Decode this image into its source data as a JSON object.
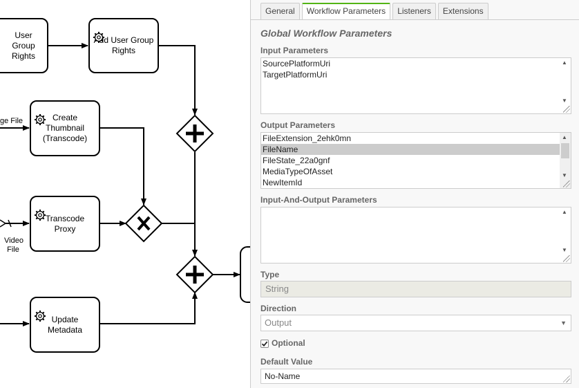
{
  "diagram": {
    "tasks": [
      {
        "id": "user-group-rights-partial",
        "label": "User Group\nRights"
      },
      {
        "id": "add-user-group-rights",
        "label": "Add User Group\nRights"
      },
      {
        "id": "create-thumbnail",
        "label": "Create\nThumbnail\n(Transcode)"
      },
      {
        "id": "transcode-proxy",
        "label": "Transcode\nProxy"
      },
      {
        "id": "update-metadata",
        "label": "Update\nMetadata"
      }
    ],
    "labels": {
      "image_file_partial": "ge File",
      "video_file": "Video\nFile"
    }
  },
  "panel": {
    "tabs": [
      "General",
      "Workflow Parameters",
      "Listeners",
      "Extensions"
    ],
    "active_tab": "Workflow Parameters",
    "group_title": "Global Workflow Parameters",
    "input_parameters": {
      "label": "Input Parameters",
      "values": [
        "SourcePlatformUri",
        "TargetPlatformUri"
      ]
    },
    "output_parameters": {
      "label": "Output Parameters",
      "values": [
        "FileExtension_2ehk0mn",
        "FileName",
        "FileState_22a0gnf",
        "MediaTypeOfAsset",
        "NewItemId"
      ],
      "selected": "FileName"
    },
    "input_output_parameters": {
      "label": "Input-And-Output Parameters",
      "values": []
    },
    "type": {
      "label": "Type",
      "value": "String"
    },
    "direction": {
      "label": "Direction",
      "value": "Output"
    },
    "optional": {
      "label": "Optional",
      "checked": true
    },
    "default_value": {
      "label": "Default Value",
      "value": "No-Name"
    }
  },
  "colors": {
    "active_tab_accent": "#52b415",
    "selection": "#cccccc",
    "label_gray": "#666666"
  }
}
